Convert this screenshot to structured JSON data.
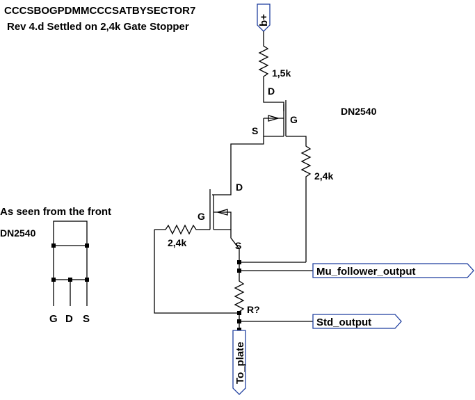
{
  "title": "CCCSBOGPDMMCCCSATBYSECTOR7",
  "subtitle": "Rev 4.d  Settled on 2,4k Gate Stopper",
  "front_view_label": "As seen from the front",
  "front_view_part": "DN2540",
  "pins": {
    "g": "G",
    "d": "D",
    "s": "S"
  },
  "upper_mosfet": {
    "part": "DN2540",
    "d": "D",
    "g": "G",
    "s": "S"
  },
  "lower_mosfet": {
    "d": "D",
    "g": "G",
    "s": "S"
  },
  "resistors": {
    "drain": "1,5k",
    "upper_gate": "2,4k",
    "lower_gate": "2,4k",
    "sense": "R?"
  },
  "ports": {
    "supply": "b+",
    "mu_output": "Mu_follower_output",
    "std_output": "Std_output",
    "plate": "To_plate"
  },
  "colors": {
    "wire": "#000000",
    "port_border": "#1f3f9f",
    "background": "#ffffff"
  }
}
